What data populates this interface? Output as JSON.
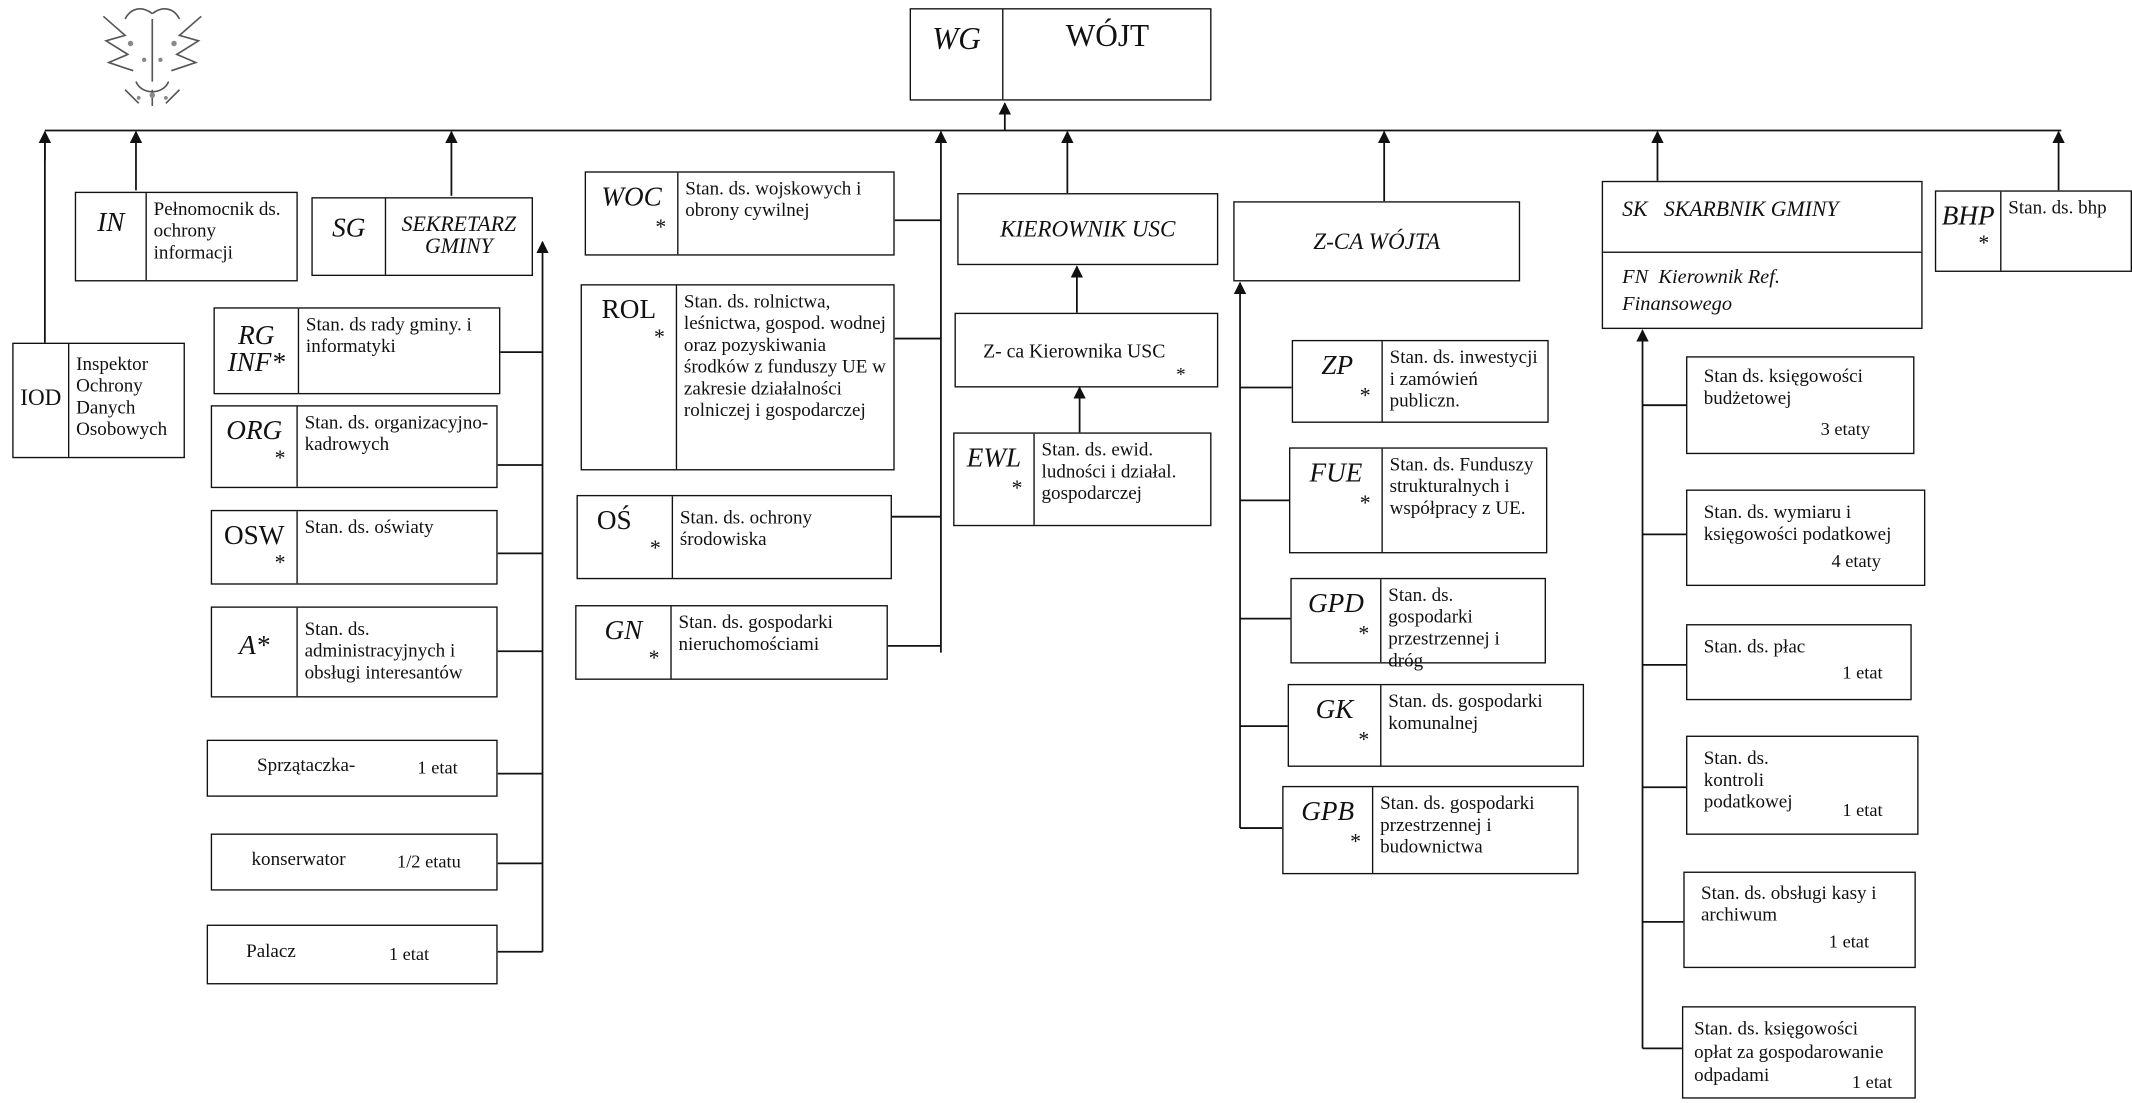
{
  "head": {
    "code": "WG",
    "title": "WÓJT"
  },
  "iod": {
    "code": "IOD",
    "desc": "Inspektor Ochrony Danych Osobowych"
  },
  "in_box": {
    "code": "IN",
    "desc": "Pełnomocnik ds. ochrony informacji"
  },
  "sg": {
    "code": "SG",
    "title": "SEKRETARZ GMINY"
  },
  "sg_units": [
    {
      "code": "RG INF*",
      "star": "",
      "desc": "Stan. ds rady gminy. i informatyki"
    },
    {
      "code": "ORG",
      "star": "*",
      "desc": "Stan. ds. organizacyjno-kadrowych"
    },
    {
      "code": "OSW",
      "star": "*",
      "desc": "Stan. ds. oświaty"
    },
    {
      "code": "A*",
      "star": "",
      "desc": "Stan. ds. administracyjnych i obsługi interesantów"
    }
  ],
  "sg_staff": [
    {
      "label": "Sprzątaczka-",
      "etat": "1 etat"
    },
    {
      "label": "konserwator",
      "etat": "1/2 etatu"
    },
    {
      "label": "Palacz",
      "etat": "1 etat"
    }
  ],
  "mid_units": [
    {
      "code": "WOC",
      "star": "*",
      "desc": "Stan. ds. wojskowych i obrony cywilnej"
    },
    {
      "code": "ROL",
      "star": "*",
      "desc": "Stan. ds. rolnictwa, leśnictwa, gospod. wodnej oraz pozyskiwania środków z funduszy UE w zakresie działalności rolniczej i gospodarczej"
    },
    {
      "code": "OŚ",
      "star": "*",
      "desc": "Stan. ds. ochrony środowiska"
    },
    {
      "code": "GN",
      "star": "*",
      "desc": "Stan. ds. gospodarki nieruchomościami"
    }
  ],
  "usc": {
    "title": "KIEROWNIK USC",
    "deputy": "Z- ca Kierownika USC",
    "deputy_star": "*"
  },
  "ewl": {
    "code": "EWL",
    "star": "*",
    "desc": "Stan. ds. ewid. ludności i działal. gospodarczej"
  },
  "zca": {
    "title": "Z-CA WÓJTA"
  },
  "zca_units": [
    {
      "code": "ZP",
      "star": "*",
      "desc": "Stan. ds. inwestycji i zamówień publiczn."
    },
    {
      "code": "FUE",
      "star": "*",
      "desc": "Stan. ds. Funduszy strukturalnych i współpracy z UE."
    },
    {
      "code": "GPD",
      "star": "*",
      "desc": "Stan. ds. gospodarki przestrzennej i dróg"
    },
    {
      "code": "GK",
      "star": "*",
      "desc": "Stan. ds. gospodarki komunalnej"
    },
    {
      "code": "GPB",
      "star": "*",
      "desc": "Stan. ds. gospodarki przestrzennej i budownictwa"
    }
  ],
  "sk": {
    "top": "SK   SKARBNIK GMINY",
    "bottom": "FN  Kierownik Ref. Finansowego"
  },
  "sk_units": [
    {
      "desc": "Stan ds. księgowości budżetowej",
      "etat": "3 etaty"
    },
    {
      "desc": "Stan. ds. wymiaru i księgowości podatkowej",
      "etat": "4 etaty"
    },
    {
      "desc": "Stan. ds. płac",
      "etat": "1 etat"
    },
    {
      "desc": "Stan. ds. kontroli podatkowej",
      "etat": "1 etat"
    },
    {
      "desc": "Stan. ds. obsługi kasy i archiwum",
      "etat": "1 etat"
    },
    {
      "desc": "Stan. ds. księgowości opłat za gospodarowanie odpadami",
      "etat": "1 etat"
    }
  ],
  "bhp": {
    "code": "BHP",
    "star": "*",
    "desc": "Stan. ds. bhp"
  }
}
